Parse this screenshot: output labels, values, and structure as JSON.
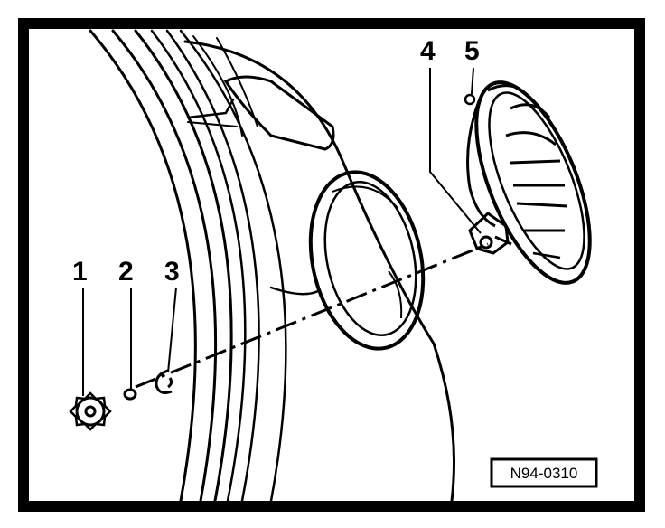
{
  "callouts": [
    {
      "id": "1",
      "label": "1"
    },
    {
      "id": "2",
      "label": "2"
    },
    {
      "id": "3",
      "label": "3"
    },
    {
      "id": "4",
      "label": "4"
    },
    {
      "id": "5",
      "label": "5"
    }
  ],
  "reference_code": "N94-0310",
  "colors": {
    "ink": "#000000",
    "paper": "#ffffff"
  }
}
